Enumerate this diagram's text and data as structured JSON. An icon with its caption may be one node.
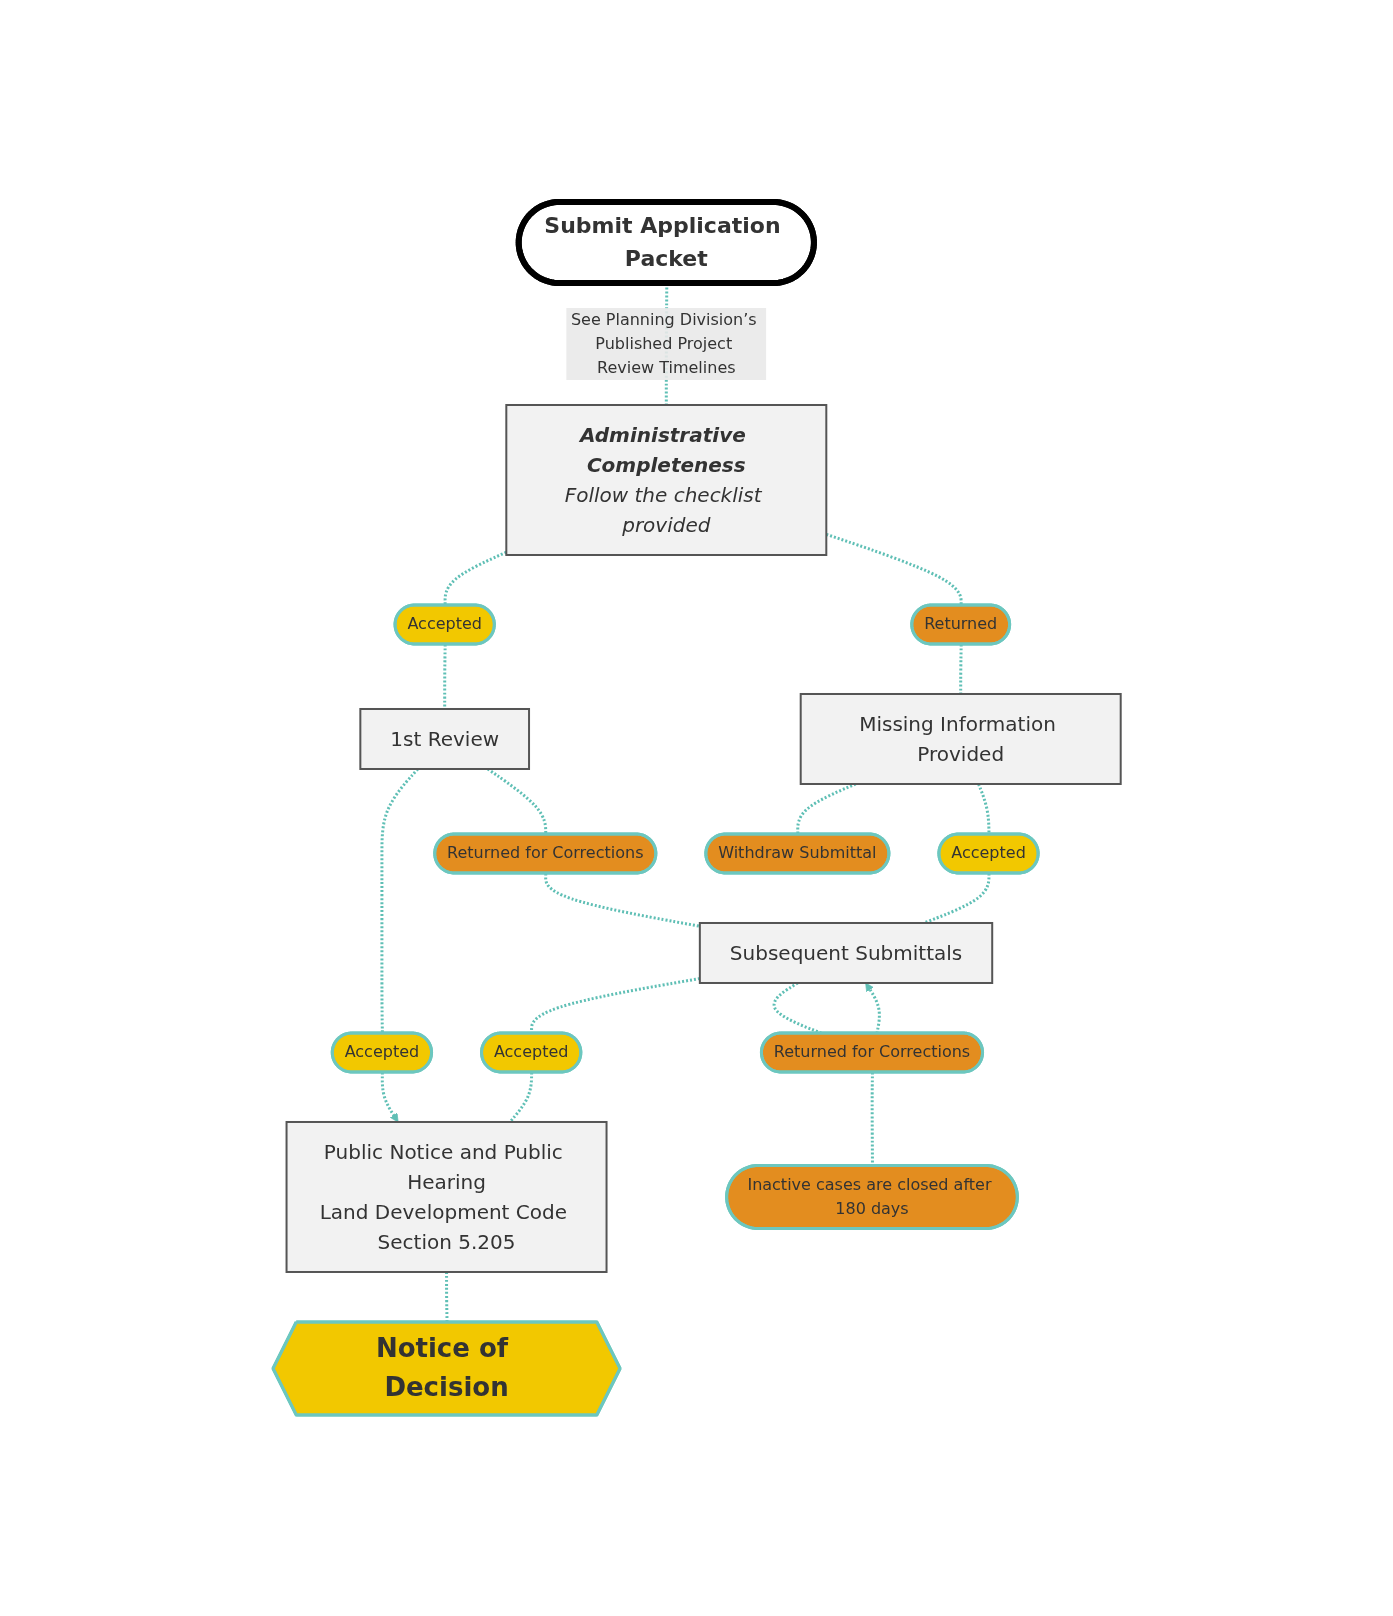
{
  "diagram": {
    "nodes": [
      {
        "text": [
          "Submit Application Packet"
        ]
      },
      {
        "text": [
          "Administrative Completeness",
          "Follow the checklist provided"
        ]
      },
      {
        "text": [
          "Accepted"
        ]
      },
      {
        "text": [
          "Returned"
        ]
      },
      {
        "text": [
          "1st Review"
        ]
      },
      {
        "text": [
          "Missing Information Provided"
        ]
      },
      {
        "text": [
          "Accepted"
        ]
      },
      {
        "text": [
          "Returned for Corrections"
        ]
      },
      {
        "text": [
          "Accepted"
        ]
      },
      {
        "text": [
          "Withdraw Submittal"
        ]
      },
      {
        "text": [
          "Subsequent Submittals"
        ]
      },
      {
        "text": [
          "Accepted"
        ]
      },
      {
        "text": [
          "Returned for Corrections"
        ]
      },
      {
        "text": [
          "Public Notice and Public Hearing",
          "Land Development Code Section 5.205"
        ]
      },
      {
        "text": [
          "Inactive cases are closed after 180 days"
        ]
      },
      {
        "text": [
          "Notice of Decision"
        ]
      }
    ],
    "edges": [
      {
        "from": 0,
        "to": 1,
        "arrow": "none",
        "label": "See Planning Division’s Published Project Review Timelines"
      },
      {
        "from": 1,
        "to": 2,
        "arrow": "none"
      },
      {
        "from": 1,
        "to": 3,
        "arrow": "none"
      },
      {
        "from": 2,
        "to": 4,
        "arrow": "none"
      },
      {
        "from": 3,
        "to": 5,
        "arrow": "none"
      },
      {
        "from": 4,
        "to": 6,
        "arrow": "none"
      },
      {
        "from": 4,
        "to": 7,
        "arrow": "none"
      },
      {
        "from": 5,
        "to": 8,
        "arrow": "none"
      },
      {
        "from": 5,
        "to": 9,
        "arrow": "none"
      },
      {
        "from": 7,
        "to": 10,
        "arrow": "none"
      },
      {
        "from": 8,
        "to": 10,
        "arrow": "none"
      },
      {
        "from": 6,
        "to": 13,
        "arrow": "to"
      },
      {
        "from": 10,
        "to": 11,
        "arrow": "none"
      },
      {
        "from": 10,
        "to": 12,
        "arrow": "none"
      },
      {
        "from": 12,
        "to": 10,
        "arrow": "to"
      },
      {
        "from": 11,
        "to": 13,
        "arrow": "none"
      },
      {
        "from": 12,
        "to": 14,
        "arrow": "none"
      },
      {
        "from": 13,
        "to": 15,
        "arrow": "none"
      }
    ]
  }
}
